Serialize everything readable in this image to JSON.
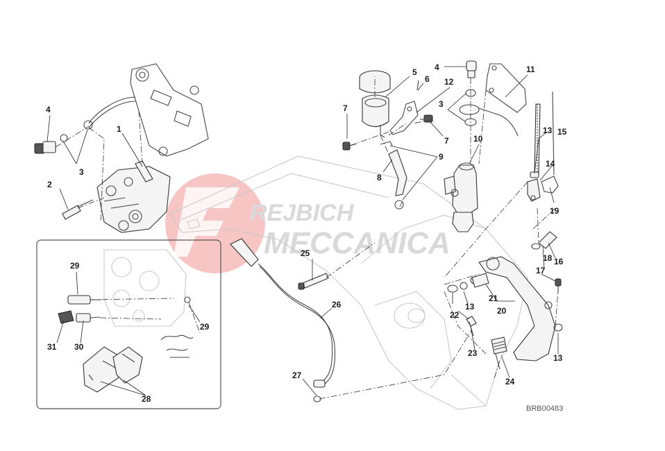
{
  "diagram_code": "BRB00483",
  "watermark": {
    "line1": "REJBICH",
    "line2": "MECCANICA",
    "accent_color": "#f4a3a3",
    "text_color": "#d9d9d9"
  },
  "callouts": {
    "c1": "1",
    "c2": "2",
    "c3a": "3",
    "c3b": "3",
    "c4a": "4",
    "c4b": "4",
    "c5": "5",
    "c6": "6",
    "c7a": "7",
    "c7b": "7",
    "c8": "8",
    "c9": "9",
    "c10": "10",
    "c11": "11",
    "c12": "12",
    "c13a": "13",
    "c13b": "13",
    "c13c": "13",
    "c14": "14",
    "c15": "15",
    "c16": "16",
    "c17": "17",
    "c18": "18",
    "c19": "19",
    "c20": "20",
    "c21": "21",
    "c22": "22",
    "c23": "23",
    "c24": "24",
    "c25": "25",
    "c26": "26",
    "c27": "27",
    "c28": "28",
    "c29a": "29",
    "c29b": "29",
    "c30": "30",
    "c31": "31"
  }
}
